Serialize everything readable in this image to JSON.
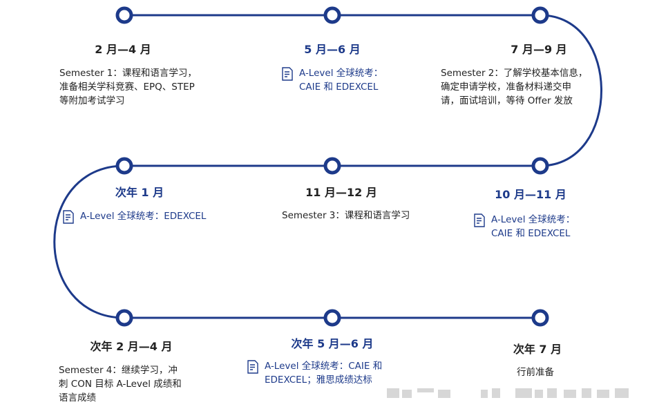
{
  "colors": {
    "track": "#1d3a8a",
    "text": "#222222",
    "accent": "#1d3a8a"
  },
  "milestones": {
    "m1": {
      "date": "2 月—4 月",
      "desc": [
        "Semester 1：课程和语言学习，",
        "准备相关学科竞赛、EPQ、STEP",
        "等附加考试学习"
      ]
    },
    "m2": {
      "date": "5 月—6 月",
      "exam": [
        "A-Level 全球统考：",
        "CAIE 和 EDEXCEL"
      ]
    },
    "m3": {
      "date": "7 月—9 月",
      "desc": [
        "Semester 2：了解学校基本信息，",
        "确定申请学校，准备材料递交申",
        "请，面试培训，等待 Offer 发放"
      ]
    },
    "m4": {
      "date": "次年 1 月",
      "exam": [
        "A-Level 全球统考：EDEXCEL"
      ]
    },
    "m5": {
      "date": "11 月—12 月",
      "desc": [
        "Semester 3：课程和语言学习"
      ]
    },
    "m6": {
      "date": "10 月—11 月",
      "exam": [
        "A-Level 全球统考：",
        "CAIE 和 EDEXCEL"
      ]
    },
    "m7": {
      "date": "次年 2 月—4 月",
      "desc": [
        "Semester 4：继续学习，冲",
        "刺 CON 目标 A-Level 成绩和",
        "语言成绩"
      ]
    },
    "m8": {
      "date": "次年 5 月—6 月",
      "exam": [
        "A-Level 全球统考：CAIE 和",
        "EDEXCEL；雅思成绩达标"
      ]
    },
    "m9": {
      "date": "次年 7 月",
      "desc": [
        "行前准备"
      ]
    }
  },
  "icons": {
    "node": "timeline-node-icon",
    "exam": "document-icon"
  }
}
